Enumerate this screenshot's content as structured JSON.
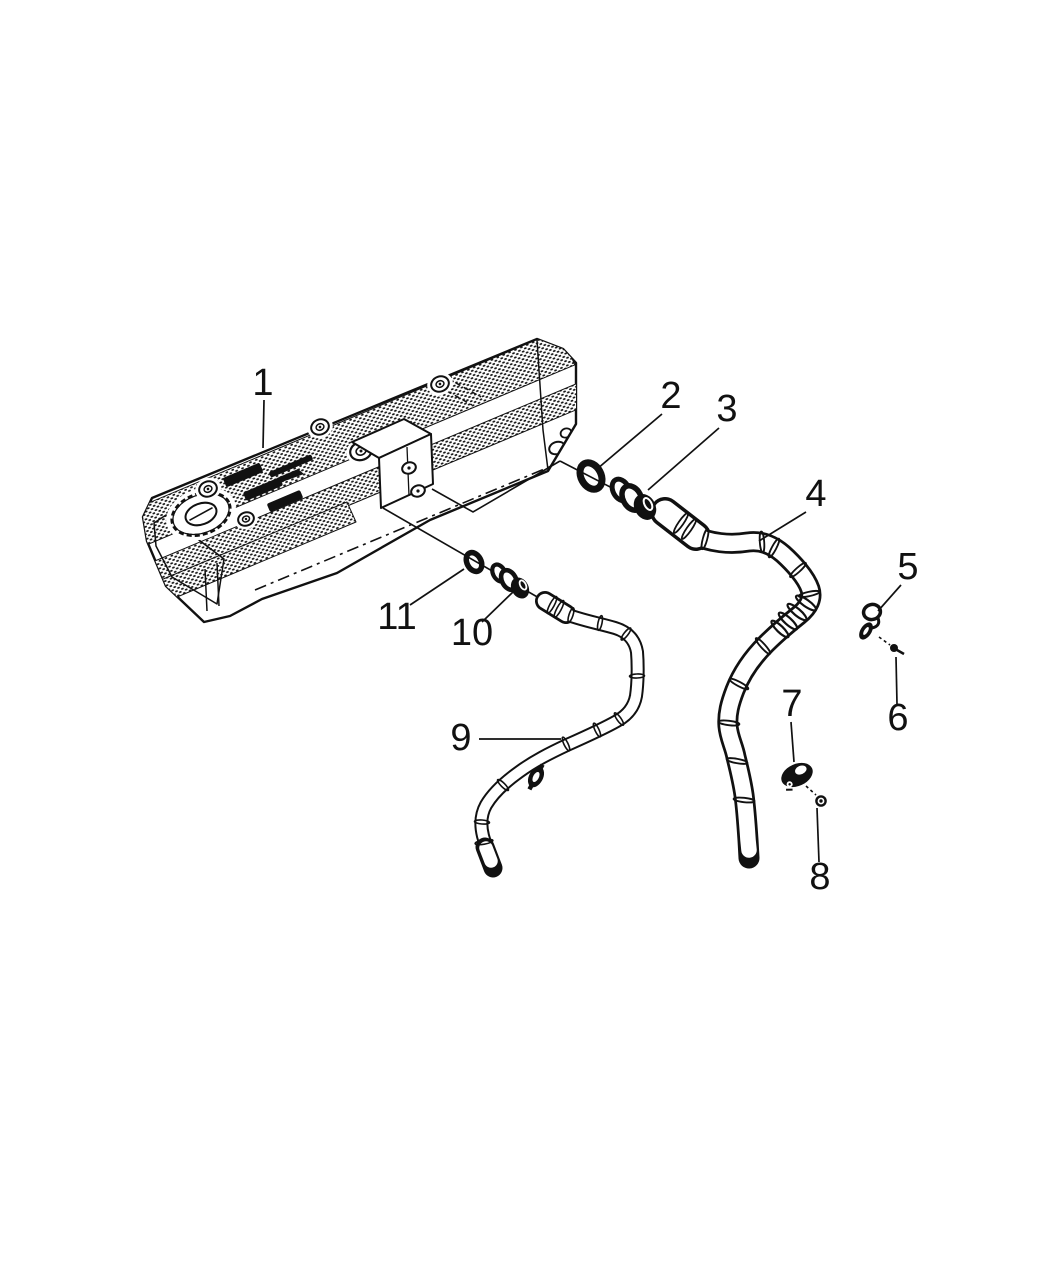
{
  "canvas": {
    "background": "#ffffff",
    "ink": "#111111"
  },
  "diagram": {
    "callouts": [
      {
        "number": "1"
      },
      {
        "number": "2"
      },
      {
        "number": "3"
      },
      {
        "number": "4"
      },
      {
        "number": "5"
      },
      {
        "number": "6"
      },
      {
        "number": "7"
      },
      {
        "number": "8"
      },
      {
        "number": "9"
      },
      {
        "number": "10"
      },
      {
        "number": "11"
      }
    ]
  }
}
